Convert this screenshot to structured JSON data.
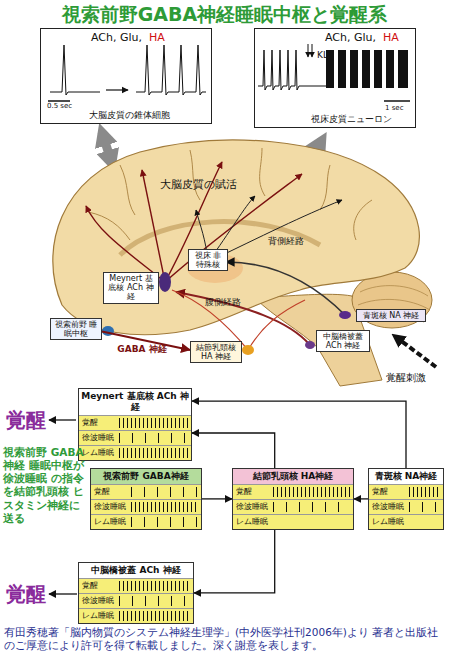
{
  "diagram": {
    "title": "視索前野GABA神経睡眠中枢と覚醒系",
    "caption": "有田秀穂著「脳内物質のシステム神経生理学」(中外医学社刊2006年)より 著者と出版社のご厚意により許可を得て転載しました。深く謝意を表します。",
    "nodes": [
      {
        "text": [
          "ACh, Glu,",
          "HA",
          "0.5 sec",
          "大脳皮質の錐体細胞"
        ]
      },
      {
        "text": [
          "ACh, Glu,",
          "HA",
          "KL",
          "1 sec",
          "視床皮質ニューロン"
        ]
      },
      {
        "text": [
          "Meynert 基底核 ACh 神経"
        ]
      },
      {
        "text": [
          "視床 非特殊核"
        ]
      },
      {
        "text": [
          "青斑核 NA 神経"
        ]
      },
      {
        "text": [
          "視索前野 睡眠中枢"
        ]
      },
      {
        "text": [
          "中脳橋被蓋 ACh 神経"
        ]
      },
      {
        "text": [
          "結節乳頭核 HA 神経"
        ]
      },
      {
        "text": [
          "Meynert 基底核 ACh 神経",
          "覚醒",
          "徐波睡眠",
          "レム睡眠"
        ]
      },
      {
        "text": [
          "視索前野 GABA神経",
          "覚醒",
          "徐波睡眠",
          "レム睡眠"
        ]
      },
      {
        "text": [
          "結節乳頭核 HA神経",
          "覚醒",
          "徐波睡眠",
          "レム睡眠"
        ]
      },
      {
        "text": [
          "青斑核 NA神経",
          "覚醒",
          "徐波睡眠",
          "レム睡眠"
        ]
      },
      {
        "text": [
          "中脳橋被蓋 ACh 神経",
          "覚醒",
          "徐波睡眠",
          "レム睡眠"
        ]
      }
    ],
    "edges": [
      {
        "from": 5,
        "to": 7,
        "label": "GABA 神経",
        "arrow": "to"
      },
      {
        "from": 9,
        "to": 10,
        "arrow": "to"
      },
      {
        "from": 10,
        "to": 8,
        "arrow": "to"
      },
      {
        "from": 11,
        "to": 8,
        "arrow": "to"
      },
      {
        "from": 11,
        "to": 10,
        "arrow": "to"
      },
      {
        "from": 10,
        "to": 12,
        "arrow": "to"
      }
    ],
    "labels": [
      "大脳皮質の賦活",
      "背側経路",
      "腹側経路",
      "覚醒刺激",
      "覚醒",
      "視索前野 GABA神経 睡眠中枢が徐波睡眠 の指令を結節乳頭核 ヒスタミン神経に送る",
      "覚醒"
    ]
  }
}
